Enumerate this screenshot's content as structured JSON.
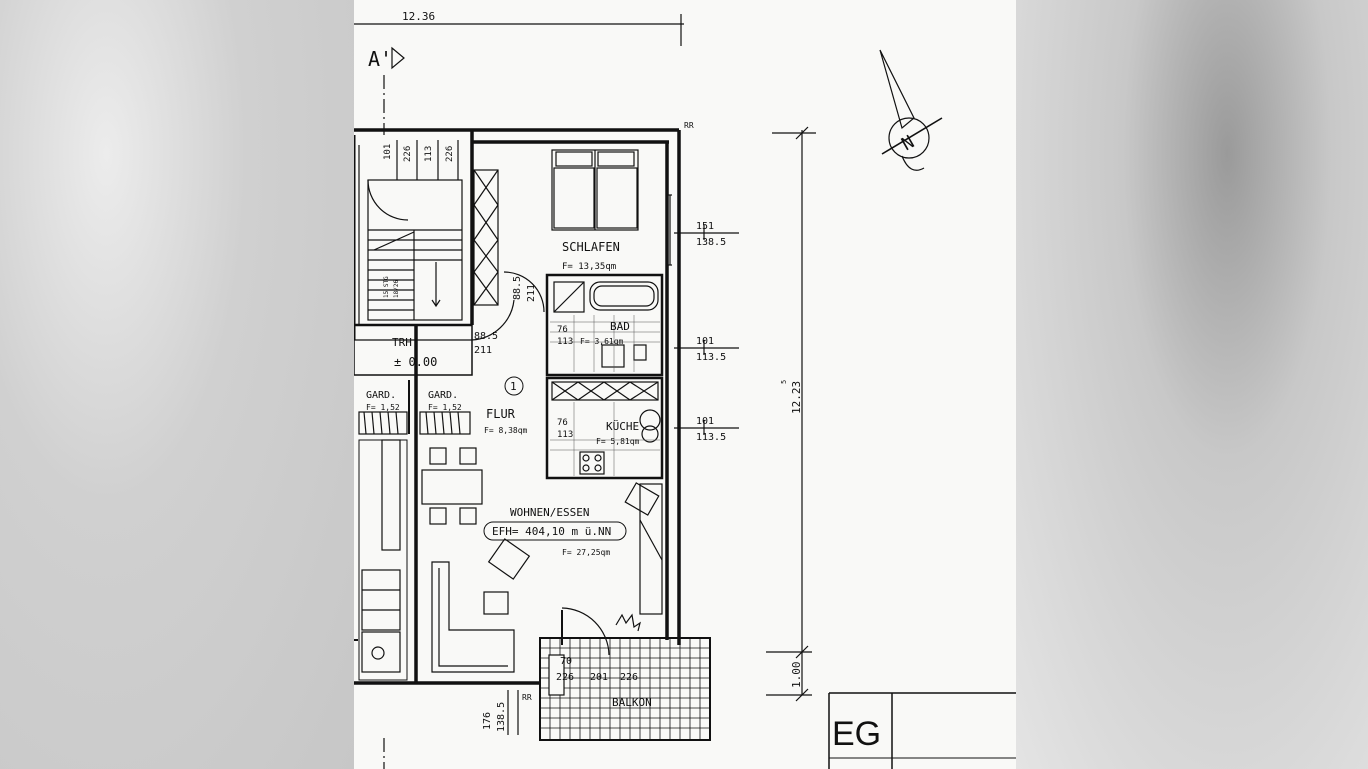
{
  "rooms": {
    "schlafen": {
      "name": "SCHLAFEN",
      "area": "F= 13,35qm"
    },
    "bad": {
      "name": "BAD",
      "area": "F= 3,61qm"
    },
    "kueche": {
      "name": "KÜCHE",
      "area": "F= 5,81qm"
    },
    "flur": {
      "name": "FLUR",
      "area": "F= 8,38qm",
      "number": "1"
    },
    "wohnen": {
      "name": "WOHNEN/ESSEN",
      "efh": "EFH= 404,10 m ü.NN",
      "area": "F= 27,25qm"
    },
    "trh": {
      "name": "TRH",
      "level": "± 0.00"
    },
    "gard1": {
      "name": "GARD.",
      "area": "F= 1,52"
    },
    "gard2": {
      "name": "GARD.",
      "area": "F= 1,52"
    },
    "balkon": {
      "name": "BALKON"
    }
  },
  "dims": {
    "top_width": "12.36",
    "right_height": "12.23",
    "right_height_sup": "5",
    "right_bottom": "1.00",
    "stair_a": "101",
    "stair_b": "226",
    "stair_c": "113",
    "stair_d": "226",
    "win_schlafen_a": "151",
    "win_schlafen_b": "138.5",
    "win_bad_a": "101",
    "win_bad_b": "113.5",
    "win_kueche_a": "101",
    "win_kueche_b": "113.5",
    "door_flur_a": "88.5",
    "door_flur_b": "211",
    "door_trh_a": "88.5",
    "door_trh_b": "211",
    "bad_a": "76",
    "bad_b": "113",
    "kueche_a": "76",
    "kueche_b": "113",
    "balkon_a": "70",
    "balkon_b": "226",
    "balkon_c": "201",
    "balkon_d": "226",
    "bottom_a": "176",
    "bottom_b": "138.5",
    "rr_top": "RR",
    "rr_bottom": "RR",
    "stair_text_a": "15 STG",
    "stair_text_b": "18/26"
  },
  "section_marker": "A'",
  "floor_label": "EG",
  "north_label": "N"
}
